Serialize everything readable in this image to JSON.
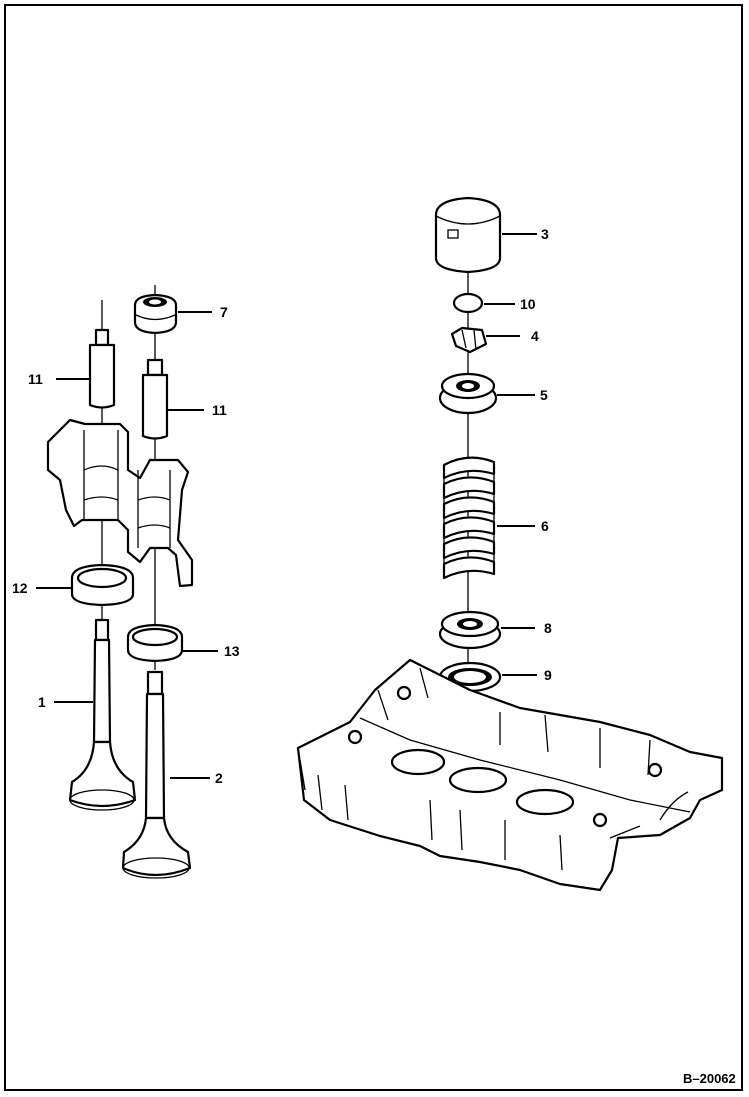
{
  "callouts": [
    {
      "id": "c3",
      "text": "3"
    },
    {
      "id": "c10",
      "text": "10"
    },
    {
      "id": "c4",
      "text": "4"
    },
    {
      "id": "c5",
      "text": "5"
    },
    {
      "id": "c6",
      "text": "6"
    },
    {
      "id": "c8",
      "text": "8"
    },
    {
      "id": "c9",
      "text": "9"
    },
    {
      "id": "c7",
      "text": "7"
    },
    {
      "id": "c11a",
      "text": "11"
    },
    {
      "id": "c11b",
      "text": "11"
    },
    {
      "id": "c12",
      "text": "12"
    },
    {
      "id": "c13",
      "text": "13"
    },
    {
      "id": "c1",
      "text": "1"
    },
    {
      "id": "c2",
      "text": "2"
    }
  ],
  "figure_number": "B–20062"
}
